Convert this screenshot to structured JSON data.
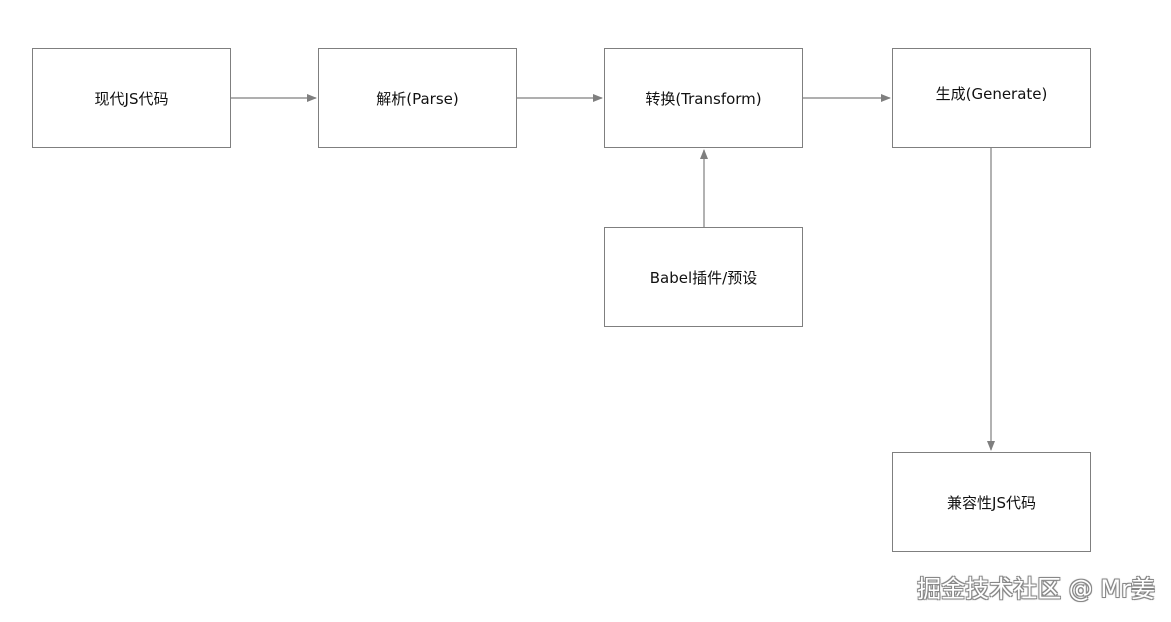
{
  "diagram": {
    "nodes": {
      "modern_js": "现代JS代码",
      "parse": "解析(Parse)",
      "transform": "转换(Transform)",
      "generate": "生成(Generate)",
      "plugins": "Babel插件/预设",
      "compat_js": "兼容性JS代码"
    },
    "edges": [
      {
        "from": "modern_js",
        "to": "parse"
      },
      {
        "from": "parse",
        "to": "transform"
      },
      {
        "from": "transform",
        "to": "generate"
      },
      {
        "from": "plugins",
        "to": "transform"
      },
      {
        "from": "generate",
        "to": "compat_js"
      }
    ]
  },
  "watermark": "掘金技术社区 @ Mr姜",
  "colors": {
    "border": "#7f7f7f",
    "arrow": "#7f7f7f",
    "text": "#111111"
  }
}
